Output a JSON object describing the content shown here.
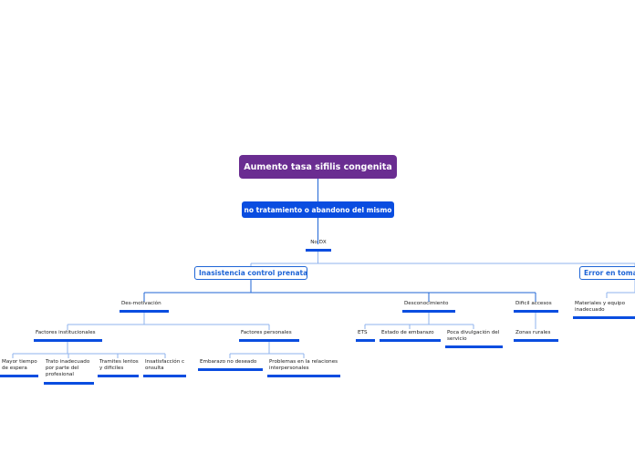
{
  "root": {
    "label": "Aumento tasa sifilis congenita"
  },
  "level1": {
    "label": "no tratamiento  o abandono del mismo"
  },
  "level2": {
    "label": "No DX"
  },
  "branches": {
    "prenatal": {
      "label": "Inasistencia control prenatal"
    },
    "error": {
      "label": "Error en toma"
    }
  },
  "nodes": {
    "desmotivacion": "Des-motivación",
    "factores_inst": "Factores institucionales",
    "factores_pers": "Factores personales",
    "mayor_tiempo": "Mayor tiempo de espera",
    "trato": "Trato inadecuado por parte del profesional",
    "tramites": "Tramites lentos y dificiles",
    "insatisfaccion": "Insatisfacción consulta",
    "embarazo_no": "Embarazo no deseado",
    "problemas": "Problemas en la relaciones interpersonales",
    "desconocimiento": "Desconocimiento",
    "ets": "ETS",
    "estado_embarazo": "Estado de embarazo",
    "poca_divulgacion": "Poca divulgación del servicio",
    "dificil_accesos": "Dificil accesos",
    "zonas_rurales": "Zonas rurales",
    "materiales": "Materiales y equipo inadecuado"
  },
  "colors": {
    "root": "#6a2d91",
    "primary": "#0a4de0",
    "connector": "#1f65d6",
    "connector_light": "#8fb3ee"
  }
}
